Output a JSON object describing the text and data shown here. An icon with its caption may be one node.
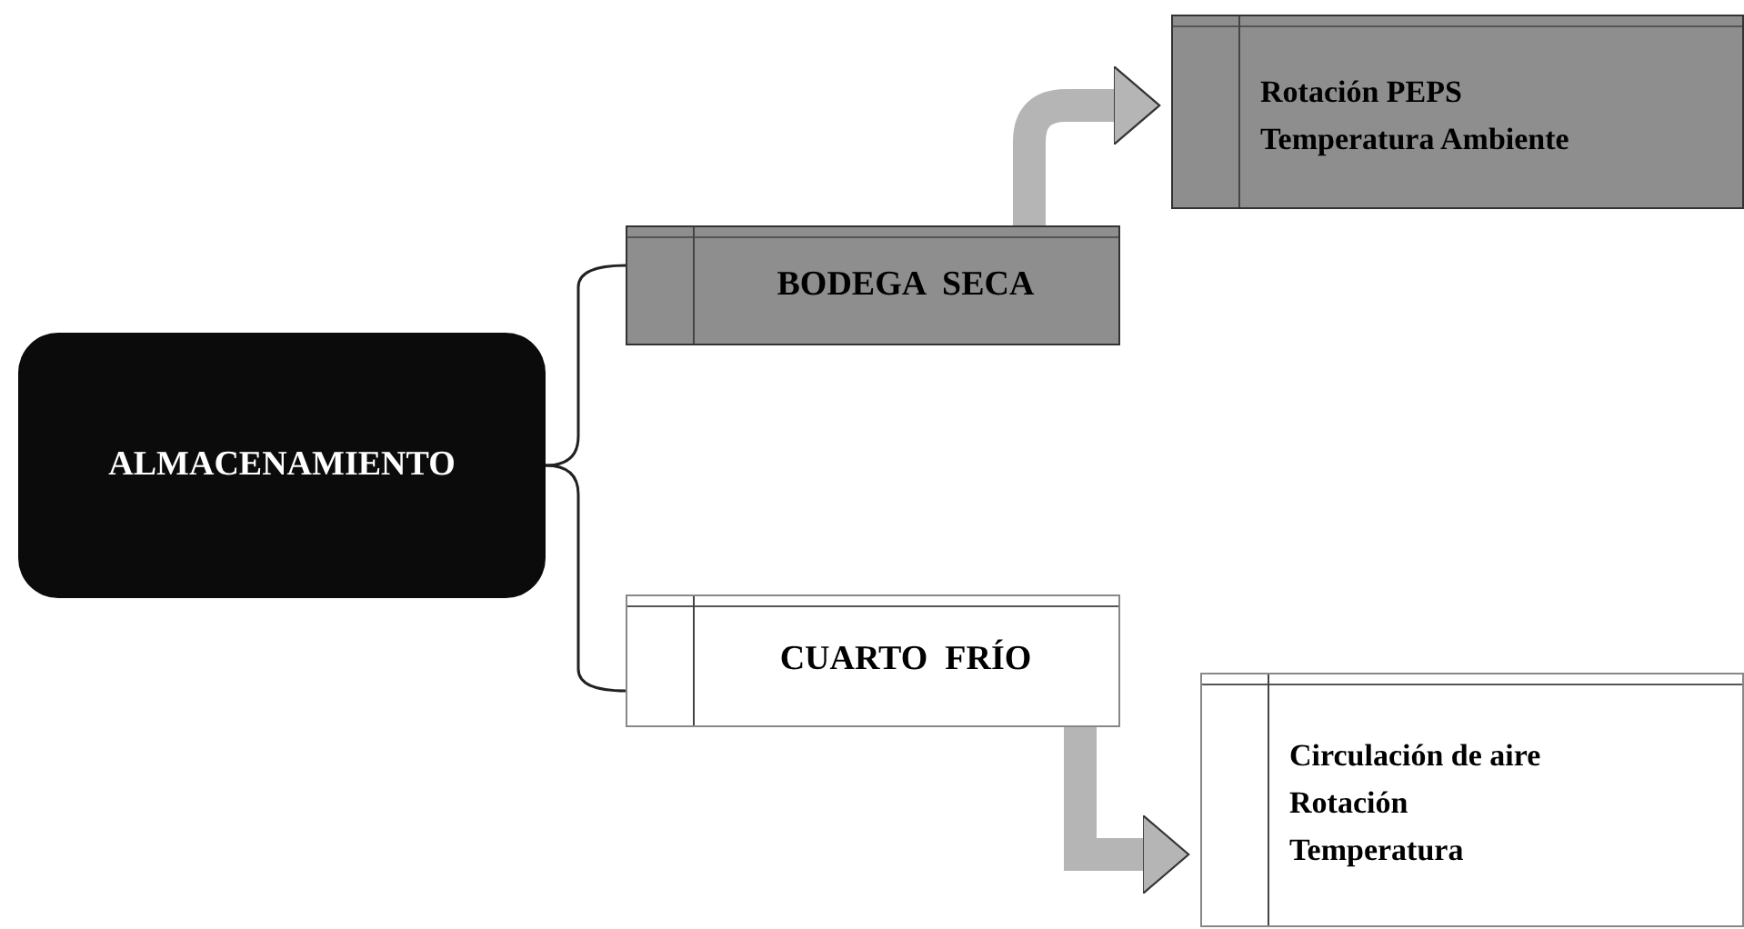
{
  "diagram": {
    "nodes": [
      {
        "text": [
          "ALMACENAMIENTO"
        ]
      },
      {
        "text": [
          "BODEGA  SECA"
        ]
      },
      {
        "text": [
          "Rotación PEPS",
          "Temperatura Ambiente"
        ]
      },
      {
        "text": [
          "CUARTO  FRÍO"
        ]
      },
      {
        "text": [
          "Circulación de aire",
          "Rotación",
          "Temperatura"
        ]
      }
    ],
    "edges": [
      {
        "from": 0,
        "to": 1,
        "arrow": "none"
      },
      {
        "from": 0,
        "to": 3,
        "arrow": "none"
      },
      {
        "from": 1,
        "to": 2,
        "arrow": "to",
        "style": "thick",
        "color": "#b5b5b5"
      },
      {
        "from": 3,
        "to": 4,
        "arrow": "to",
        "style": "thick",
        "color": "#b5b5b5"
      }
    ]
  }
}
